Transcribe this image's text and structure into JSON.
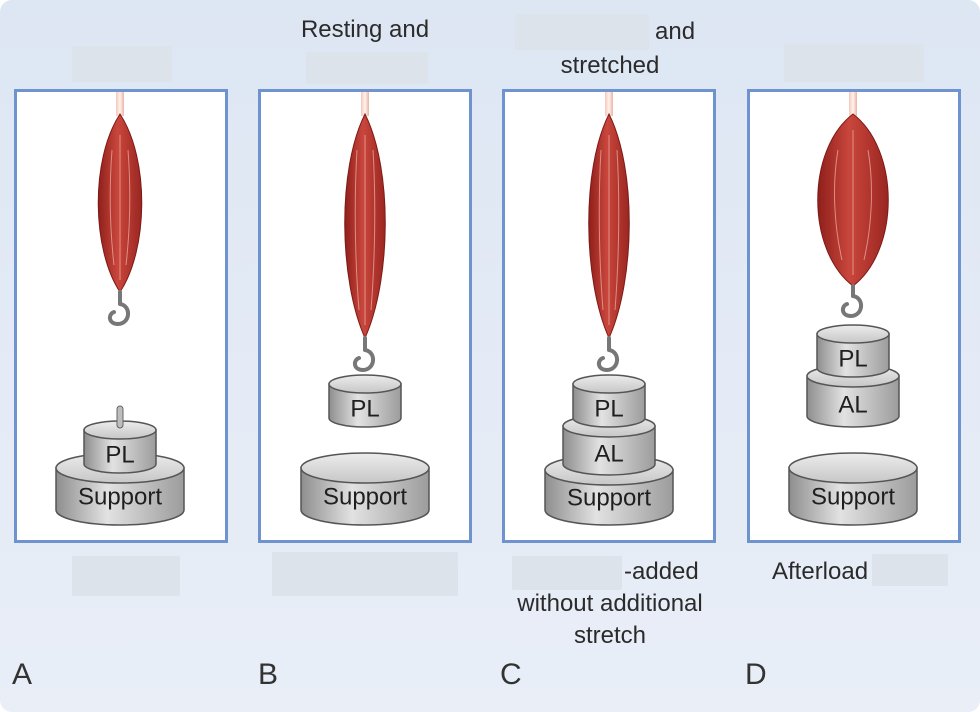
{
  "panels": [
    {
      "letter": "A",
      "top_label": "",
      "bottom_label": "",
      "muscle_label": "",
      "weights": [
        "PL",
        "Support"
      ]
    },
    {
      "letter": "B",
      "top_line1": "Resting and",
      "bottom_label": "",
      "weights": [
        "PL",
        "Support"
      ]
    },
    {
      "letter": "C",
      "top_line1_suffix": "and",
      "top_line2": "stretched",
      "bottom_suffix": "-added",
      "bottom_line2": "without additional",
      "bottom_line3": "stretch",
      "weights": [
        "PL",
        "AL",
        "Support"
      ]
    },
    {
      "letter": "D",
      "bottom_prefix": "Afterload",
      "weights": [
        "PL",
        "AL",
        "Support"
      ]
    }
  ],
  "colors": {
    "panel_border": "#6f93cf",
    "muscle": "#b8332c",
    "blank": "#dde3eb"
  }
}
